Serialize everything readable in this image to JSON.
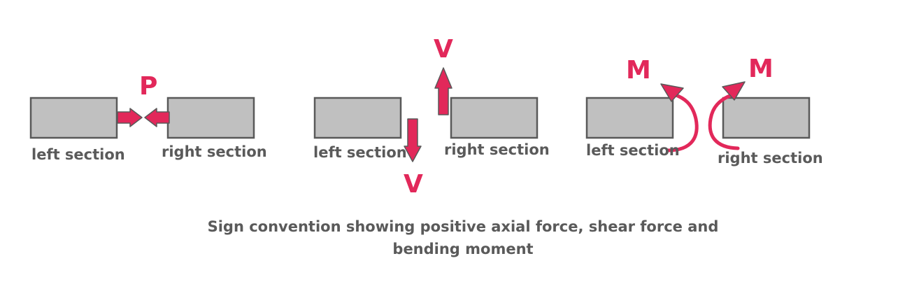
{
  "colors": {
    "block_fill": "#c0c0c0",
    "block_stroke": "#595959",
    "arrow_fill": "#e2285a",
    "arrow_stroke": "#595959",
    "label_text": "#5a5a5a",
    "force_text": "#e2285a"
  },
  "panels": {
    "axial": {
      "left_label": "left section",
      "right_label": "right section",
      "force_label": "P"
    },
    "shear": {
      "left_label": "left section",
      "right_label": "right section",
      "force_label_top": "V",
      "force_label_bottom": "V"
    },
    "moment": {
      "left_label": "left section",
      "right_label": "right section",
      "force_label_left": "M",
      "force_label_right": "M"
    }
  },
  "caption": {
    "line1": "Sign convention showing positive axial force, shear force and",
    "line2": "bending moment"
  }
}
